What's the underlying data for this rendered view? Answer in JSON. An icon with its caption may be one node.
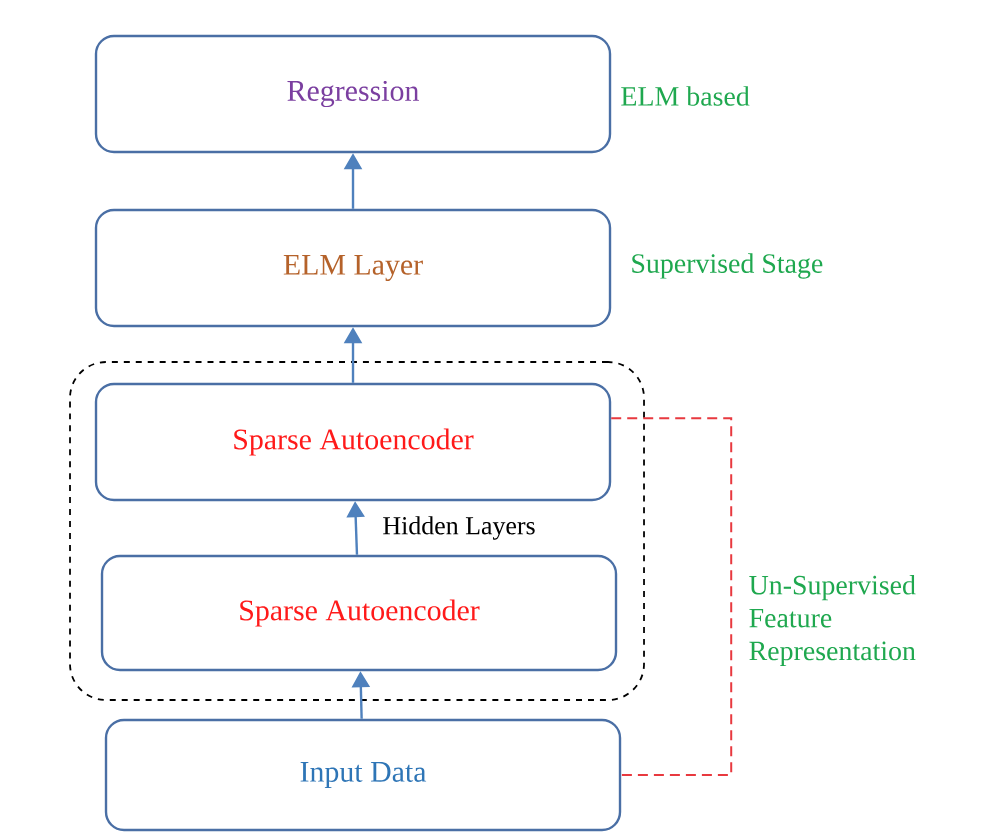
{
  "diagram": {
    "nodes": [
      {
        "text": [
          "Regression"
        ],
        "beside": [
          "ELM based"
        ]
      },
      {
        "text": [
          "ELM Layer"
        ],
        "beside": [
          "Supervised Stage"
        ]
      },
      {
        "text": [],
        "shape": "box"
      },
      {
        "text": [
          "Sparse Autoencoder"
        ],
        "in": 2
      },
      {
        "text": [
          "Sparse Autoencoder"
        ],
        "in": 2
      },
      {
        "text": [
          "Input Data"
        ]
      }
    ],
    "edges": [
      {
        "from": 1,
        "to": 0,
        "arrow": "to"
      },
      {
        "from": 3,
        "to": 1,
        "arrow": "to"
      },
      {
        "from": 4,
        "to": 3,
        "arrow": "to",
        "label": "Hidden Layers"
      },
      {
        "from": 5,
        "to": 4,
        "arrow": "to"
      },
      {
        "from": 3,
        "to": 5,
        "arrow": "none",
        "style": "dashed",
        "color": "#e8393f",
        "label": "Un-Supervised Feature Representation"
      }
    ]
  }
}
